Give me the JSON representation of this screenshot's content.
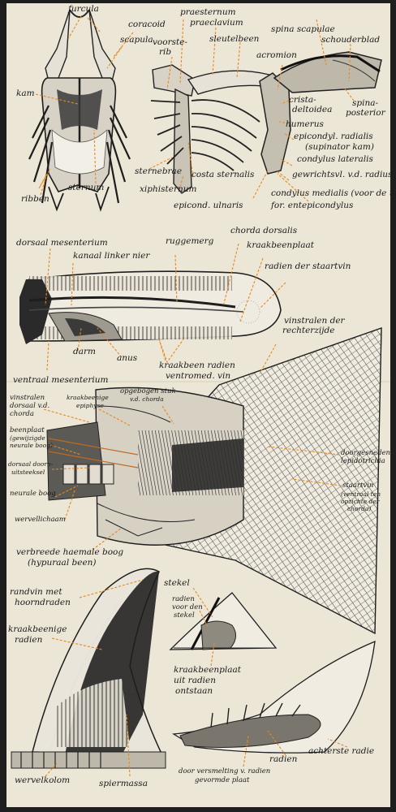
{
  "colors": {
    "paper": "#ece6d6",
    "ink": "#1a1a1a",
    "leader": "#e58a1f",
    "frame": "#1e1e1e"
  },
  "labels": {
    "furcula": "furcula",
    "coracoid": "coracoid",
    "scapula": "scapula",
    "kam": "kam",
    "sternum": "sternum",
    "ribben": "ribben",
    "praesternum": "praesternum",
    "praeclavium": "praeclavium",
    "voorsterib_1": "voorste-",
    "voorsterib_2": "rib",
    "sleutelbeen": "sleutelbeen",
    "spina_scapulae": "spina scapulae",
    "schouderblad": "schouderblad",
    "acromion": "acromion",
    "crista_1": "crista-",
    "crista_2": "deltoidea",
    "spina_post_1": "spina-",
    "spina_post_2": "posterior",
    "humerus": "humerus",
    "epicondyl_radialis": "epicondyl. radialis",
    "supinator_kam": "(supinator kam)",
    "condylus_lateralis": "condylus lateralis",
    "gewrichtsvl_radius": "gewrichtsvl. v.d. radius",
    "sternebrae": "sternebrae",
    "costa_sternalis": "costa sternalis",
    "xiphisternum": "xiphisternum",
    "condylus_medialis": "condylus medialis (voor de ulna)",
    "epicond_ulnaris": "epicond. ulnaris",
    "for_entepicondylus": "for. entepicondylus",
    "chorda_dorsalis": "chorda dorsalis",
    "ruggemerg": "ruggemerg",
    "kraakbeenplaat": "kraakbeenplaat",
    "dorsaal_mesenterium": "dorsaal mesenterium",
    "kanaal_linker_nier": "kanaal linker nier",
    "radien_staartvin": "radien der staartvin",
    "darm": "darm",
    "anus": "anus",
    "kraakbeen_radien": "kraakbeen radien",
    "ventromed_vin": "ventromed. vin",
    "vinstralen_rechter_1": "vinstralen der",
    "vinstralen_rechter_2": "rechterzijde",
    "ventraal_mesenterium": "ventraal mesenterium",
    "vinstralen_dorsaal_1": "vinstralen",
    "vinstralen_dorsaal_2": "dorsaal v.d.",
    "vinstralen_dorsaal_3": "chorda",
    "kraakbeenige_epiphyse_1": "kraakbeenige",
    "kraakbeenige_epiphyse_2": "epiphyse",
    "opgebogen_1": "opgebogen stuk",
    "opgebogen_2": "v.d. chorda",
    "beenplaat_1": "beenplaat",
    "beenplaat_2": "(gewijzigde",
    "beenplaat_3": "neurale boog)",
    "dorsaal_doorn_1": "dorsaal doorn-",
    "dorsaal_doorn_2": "uitsteeksel",
    "neurale_boog": "neurale boog",
    "wervellichaam": "wervellichaam",
    "doorgesneden_1": "doorgesneden",
    "doorgesneden_2": "lepidotrichia",
    "staartvin_1": "staartvin",
    "staartvin_2": "(ventraal ten",
    "staartvin_3": "opzichte der",
    "staartvin_4": "chorda)",
    "verbreede_1": "verbreede haemale boog",
    "verbreede_2": "(hypuraal been)",
    "randvin_1": "randvin met",
    "randvin_2": "hoorndraden",
    "kraakbeenige_radien_1": "kraakbeenige",
    "kraakbeenige_radien_2": "radien",
    "stekel": "stekel",
    "radien_stekel_1": "radien",
    "radien_stekel_2": "voor den",
    "radien_stekel_3": "stekel",
    "kraakbeenplaat_uit_1": "kraakbeenplaat",
    "kraakbeenplaat_uit_2": "uit radien",
    "kraakbeenplaat_uit_3": "ontstaan",
    "achterste_radie": "achterste radie",
    "radien": "radien",
    "wervelkolom": "wervelkolom",
    "spiermassa": "spiermassa",
    "door_versmelting_1": "door versmelting v. radien",
    "door_versmelting_2": "gevormde plaat"
  }
}
